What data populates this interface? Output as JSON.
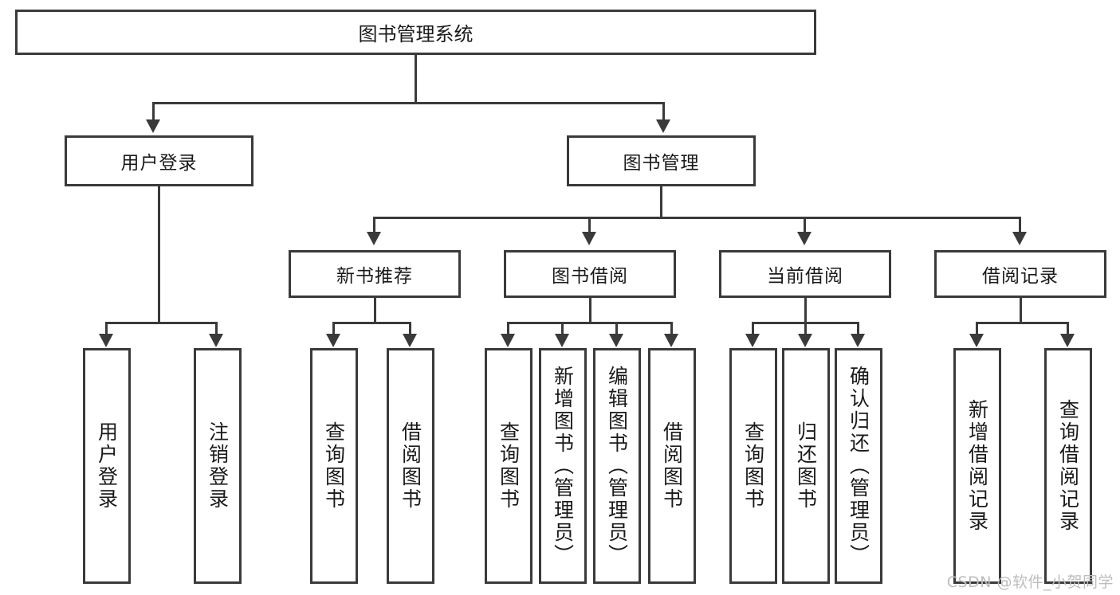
{
  "diagram": {
    "title": "图书管理系统",
    "type": "hierarchy-tree",
    "watermark": "CSDN @软件_小贺同学",
    "colors": {
      "stroke": "#3a3a3a",
      "fill": "#ffffff",
      "text": "#1a1a1a",
      "watermark": "#bdbdbd"
    },
    "root": {
      "label": "图书管理系统"
    },
    "level1": [
      {
        "label": "用户登录"
      },
      {
        "label": "图书管理"
      }
    ],
    "level2": [
      {
        "label": "新书推荐"
      },
      {
        "label": "图书借阅"
      },
      {
        "label": "当前借阅"
      },
      {
        "label": "借阅记录"
      }
    ],
    "leaves": {
      "user_login": [
        {
          "label": "用户登录"
        },
        {
          "label": "注销登录"
        }
      ],
      "new_book": [
        {
          "label": "查询图书"
        },
        {
          "label": "借阅图书"
        }
      ],
      "book_borrow": [
        {
          "label": "查询图书"
        },
        {
          "label": "新增图书（管理员）"
        },
        {
          "label": "编辑图书（管理员）"
        },
        {
          "label": "借阅图书"
        }
      ],
      "current_borrow": [
        {
          "label": "查询图书"
        },
        {
          "label": "归还图书"
        },
        {
          "label": "确认归还（管理员）"
        }
      ],
      "borrow_record": [
        {
          "label": "新增借阅记录"
        },
        {
          "label": "查询借阅记录"
        }
      ]
    }
  }
}
